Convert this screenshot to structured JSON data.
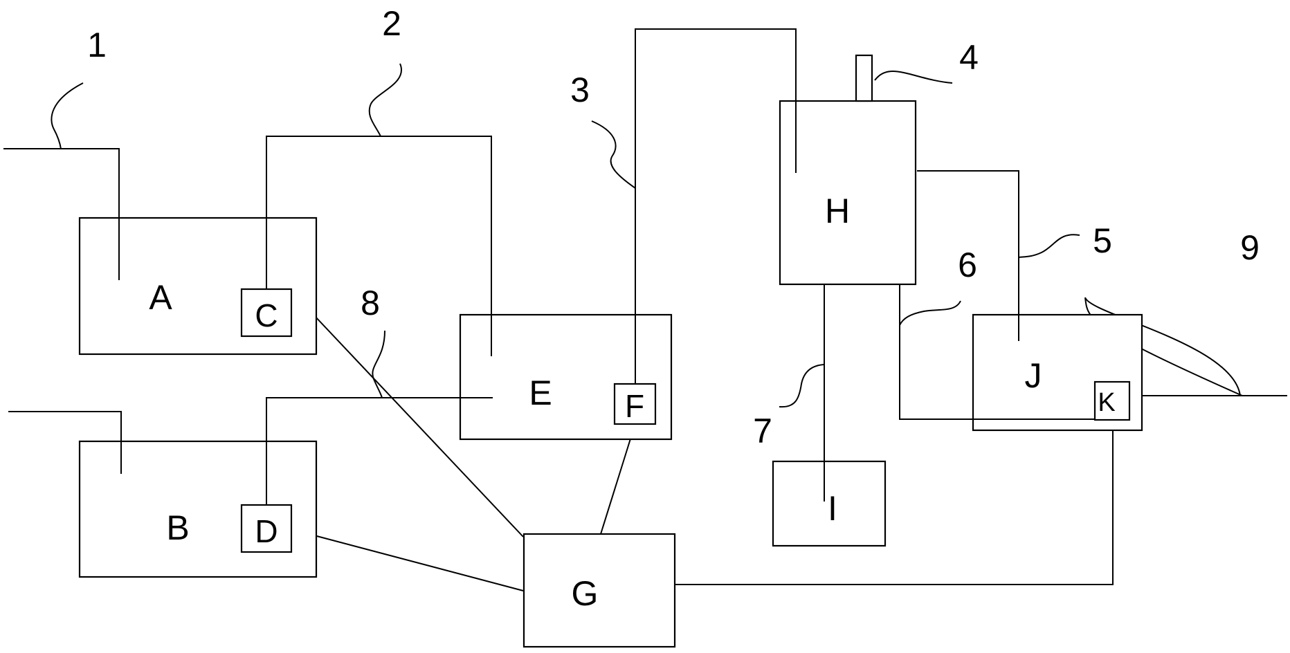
{
  "blocks": {
    "A": "A",
    "B": "B",
    "C": "C",
    "D": "D",
    "E": "E",
    "F": "F",
    "G": "G",
    "H": "H",
    "I": "I",
    "J": "J",
    "K": "K"
  },
  "callouts": {
    "n1": "1",
    "n2": "2",
    "n3": "3",
    "n4": "4",
    "n5": "5",
    "n6": "6",
    "n7": "7",
    "n8": "8",
    "n9": "9"
  }
}
